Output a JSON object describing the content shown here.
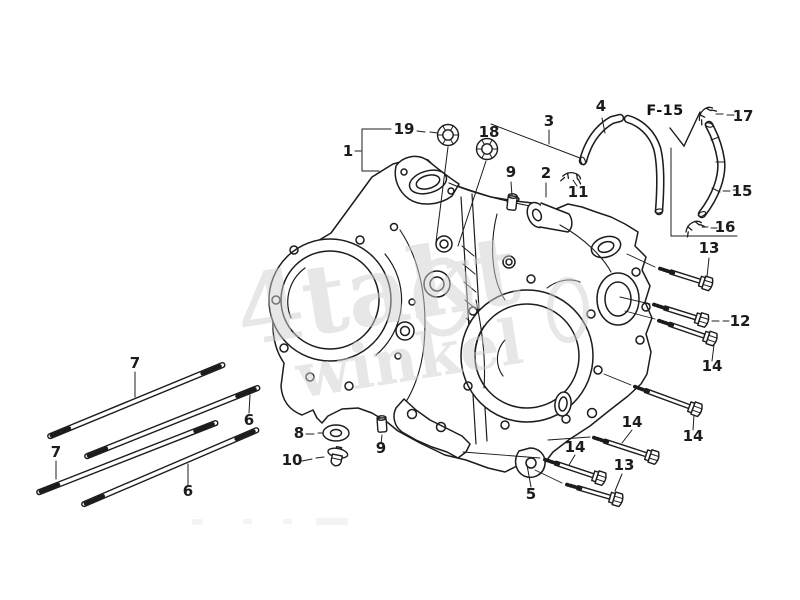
{
  "diagram": {
    "type": "exploded-parts-diagram",
    "section_label": "F-15",
    "watermark": {
      "line1": "4takt",
      "line2": "winkel"
    },
    "colors": {
      "line": "#1c1c1c",
      "label": "#1c1c1c",
      "background": "#ffffff",
      "watermark": "#cfcfcf"
    },
    "callouts": [
      {
        "ref": "1"
      },
      {
        "ref": "19"
      },
      {
        "ref": "18"
      },
      {
        "ref": "3"
      },
      {
        "ref": "4"
      },
      {
        "ref": "17"
      },
      {
        "ref": "11"
      },
      {
        "ref": "2"
      },
      {
        "ref": "9"
      },
      {
        "ref": "15"
      },
      {
        "ref": "16"
      },
      {
        "ref": "13"
      },
      {
        "ref": "12"
      },
      {
        "ref": "14"
      },
      {
        "ref": "14"
      },
      {
        "ref": "14"
      },
      {
        "ref": "14"
      },
      {
        "ref": "13"
      },
      {
        "ref": "5"
      },
      {
        "ref": "8"
      },
      {
        "ref": "9"
      },
      {
        "ref": "10"
      },
      {
        "ref": "7"
      },
      {
        "ref": "6"
      },
      {
        "ref": "7"
      },
      {
        "ref": "6"
      }
    ]
  }
}
